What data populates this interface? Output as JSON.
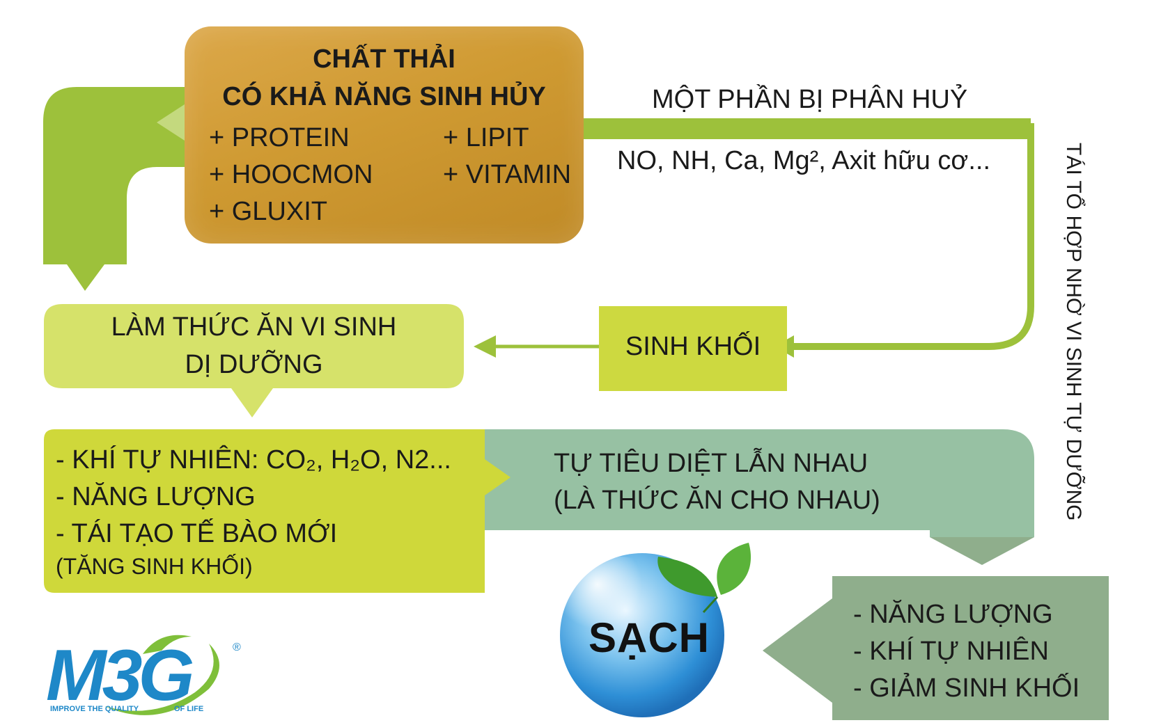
{
  "waste": {
    "title_line1": "CHẤT THẢI",
    "title_line2": "CÓ KHẢ NĂNG SINH HỦY",
    "items": [
      "+ PROTEIN",
      "+ LIPIT",
      "+ HOOCMON",
      "+ VITAMIN",
      "+ GLUXIT"
    ]
  },
  "decompose": {
    "label": "MỘT PHẦN BỊ PHÂN HUỶ",
    "products": "NO, NH, Ca, Mg², Axit hữu cơ..."
  },
  "recombine_label": "TÁI TỔ HỢP NHỜ VI SINH TỰ DƯỠNG",
  "biomass_label": "SINH KHỐI",
  "heterotroph": {
    "line1": "LÀM THỨC ĂN VI SINH",
    "line2": "DỊ DƯỠNG"
  },
  "outputs": {
    "line1": "- KHÍ TỰ NHIÊN: CO₂, H₂O, N2...",
    "line2": "- NĂNG LƯỢNG",
    "line3": "- TÁI TẠO TẾ BÀO MỚI",
    "line4": "(TĂNG SINH KHỐI)"
  },
  "mutual": {
    "line1": "TỰ TIÊU DIỆT LẪN NHAU",
    "line2": "(LÀ THỨC ĂN CHO NHAU)"
  },
  "clean_label": "SẠCH",
  "results": {
    "items": [
      "-  NĂNG LƯỢNG",
      "-  KHÍ TỰ NHIÊN",
      "-  GIẢM SINH KHỐI"
    ]
  },
  "logo": {
    "letters": "M3G",
    "tagline_left": "IMPROVE THE QUALITY",
    "tagline_right": "OF LIFE",
    "registered": "®"
  },
  "colors": {
    "green_line": "#9dc13b",
    "waste_box": "#cf9a32",
    "light_green_box": "#d6e26a",
    "yellow_green_box": "#cfd83a",
    "teal_box": "#97c1a3",
    "gray_green_box": "#8fae8c",
    "biomass_box": "#cdd940"
  }
}
